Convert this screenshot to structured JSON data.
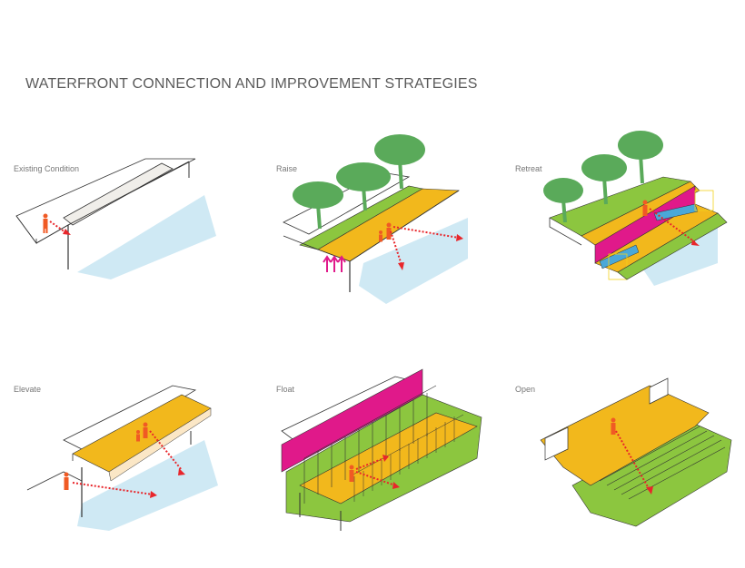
{
  "title": "WATERFRONT CONNECTION AND IMPROVEMENT STRATEGIES",
  "panels": [
    {
      "label": "Existing Condition"
    },
    {
      "label": "Raise"
    },
    {
      "label": "Retreat"
    },
    {
      "label": "Elevate"
    },
    {
      "label": "Float"
    },
    {
      "label": "Open"
    }
  ],
  "colors": {
    "yellow": "#f2b81c",
    "green": "#8cc63f",
    "tree": "#5aaa5a",
    "water": "#cfe9f4",
    "magenta": "#e0198a",
    "blue": "#4aa8d8",
    "person": "#f05a24",
    "arrow": "#e8262b",
    "line": "#333333"
  }
}
